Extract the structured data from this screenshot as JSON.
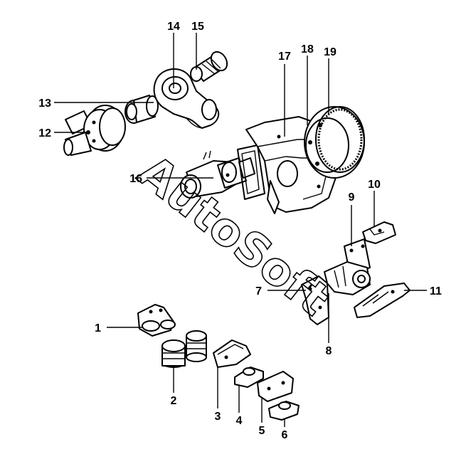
{
  "watermark": "AutoSoft",
  "callouts": [
    "1",
    "2",
    "3",
    "4",
    "5",
    "6",
    "7",
    "8",
    "9",
    "10",
    "11",
    "12",
    "13",
    "14",
    "15",
    "16",
    "17",
    "18",
    "19"
  ],
  "colors": {
    "ink": "#000000",
    "paper": "#ffffff"
  }
}
